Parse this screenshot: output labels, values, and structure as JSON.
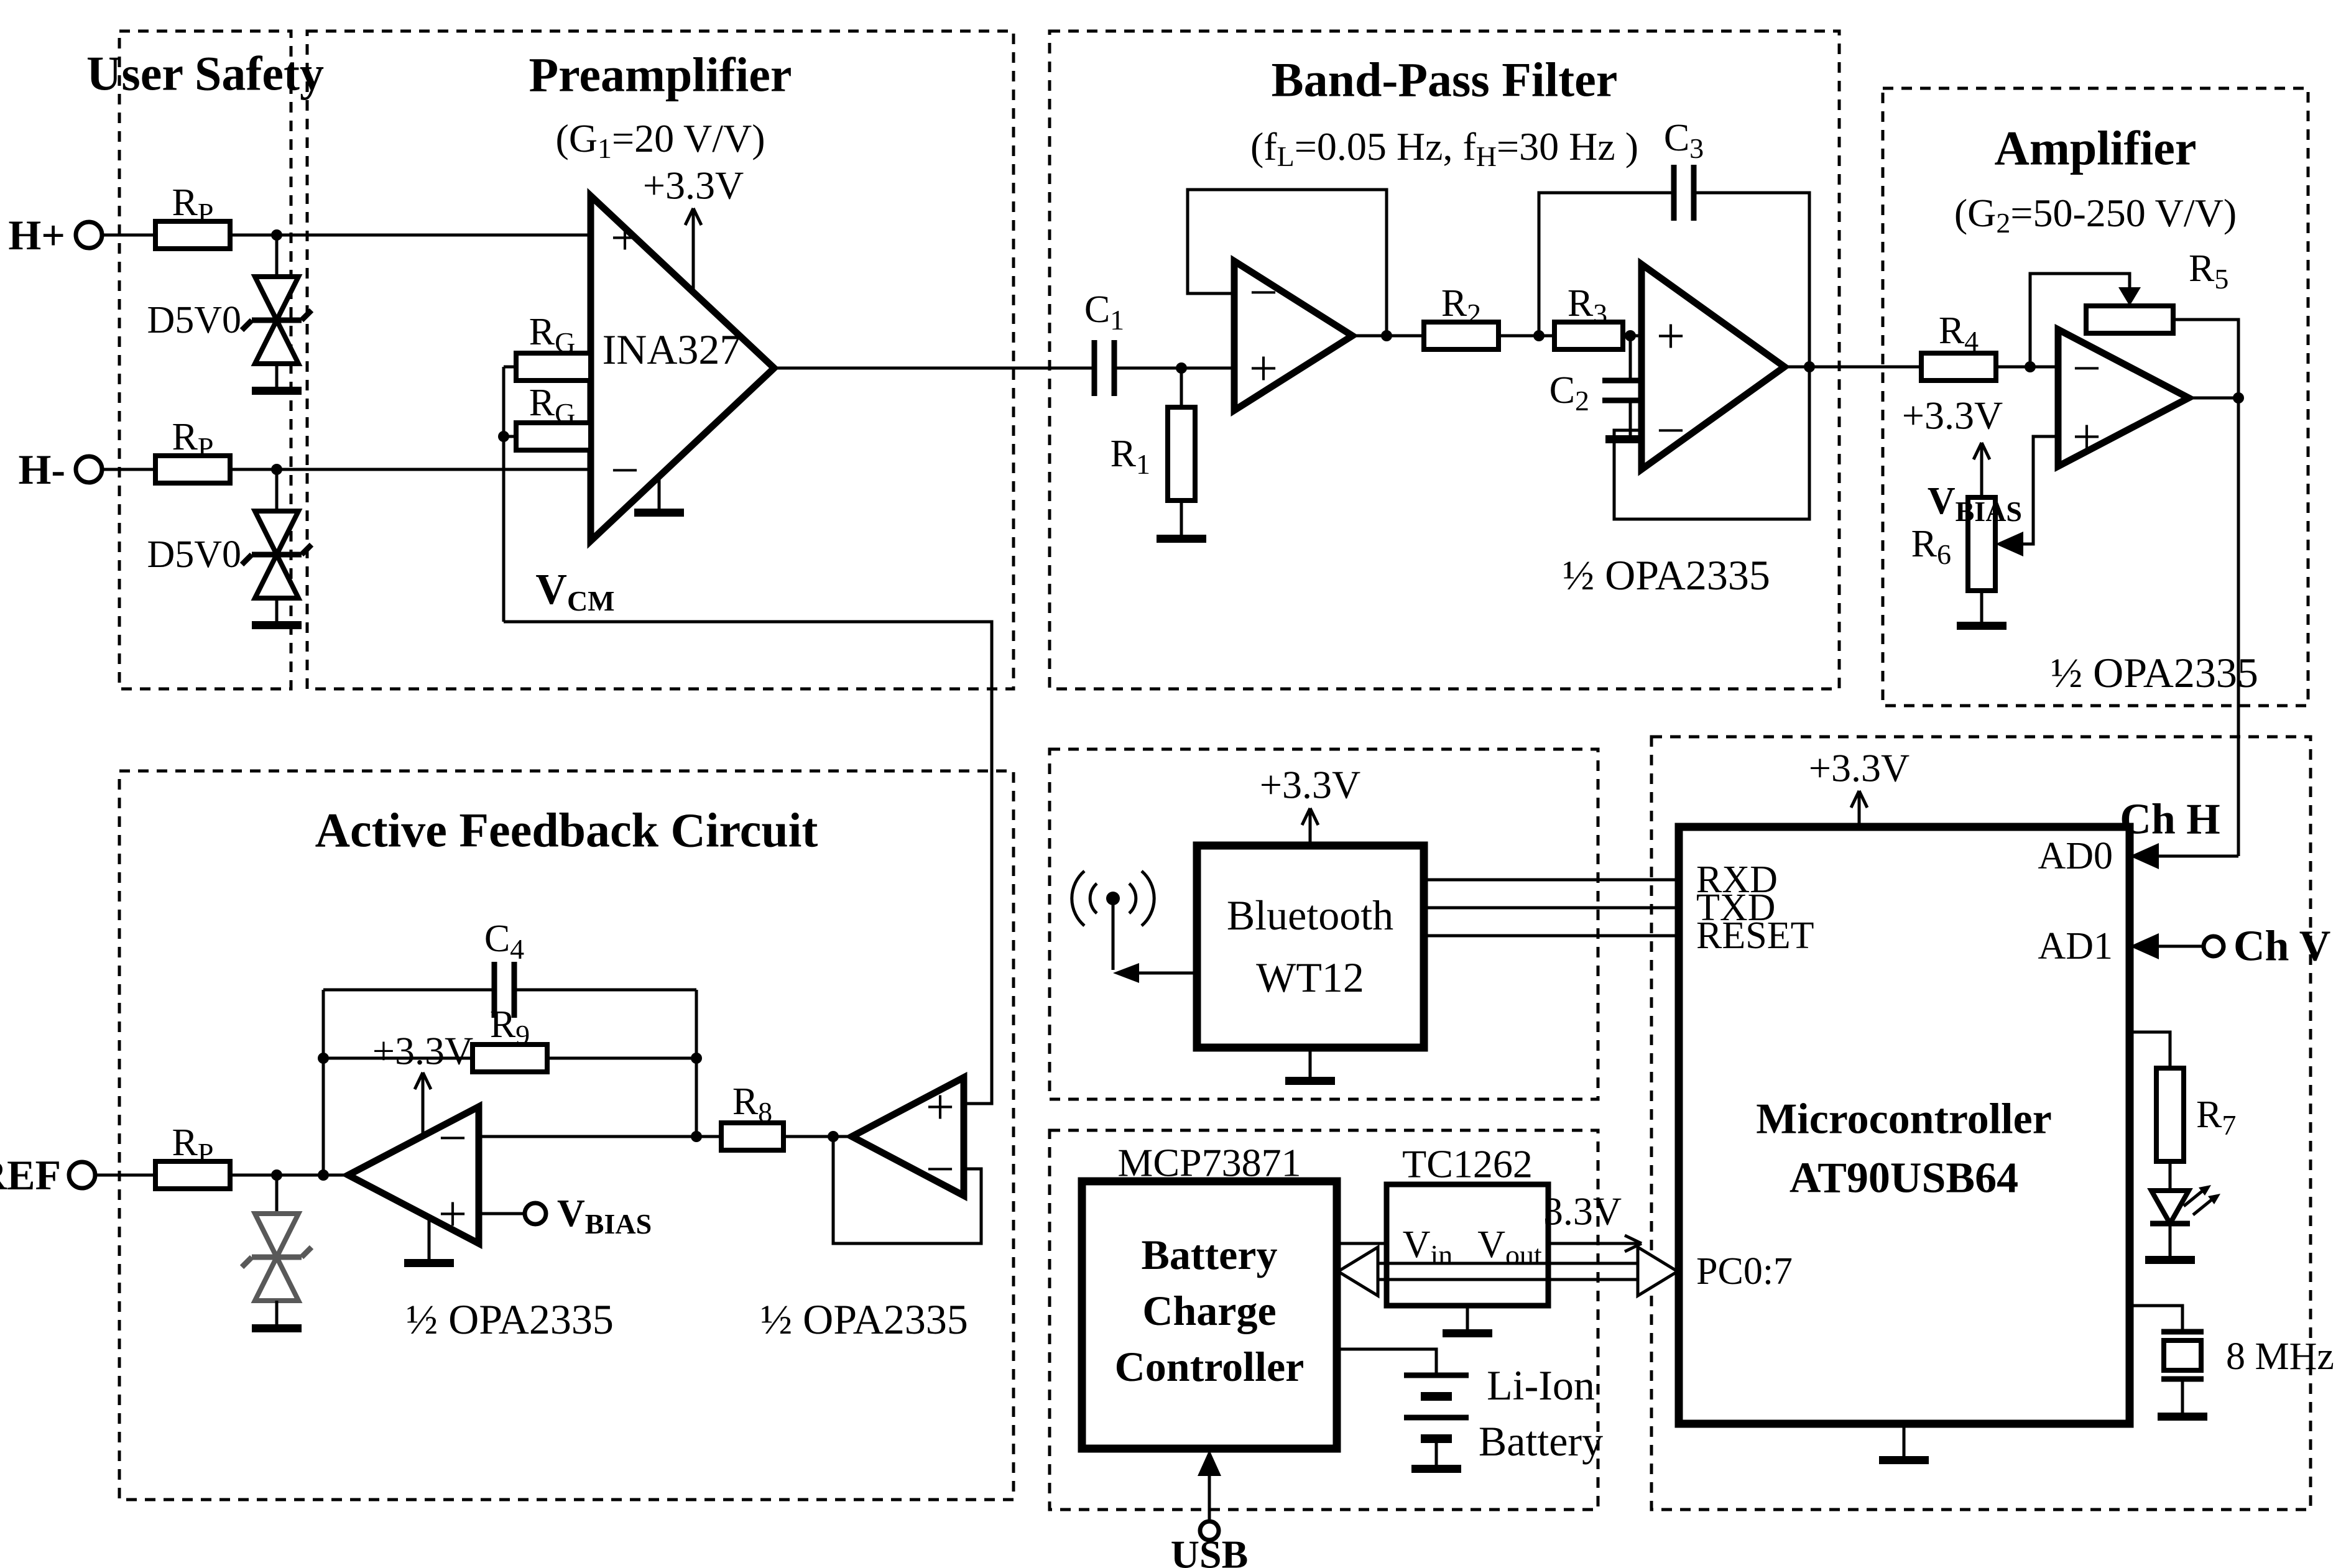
{
  "colors": {
    "ink": "#000000",
    "background": "#ffffff",
    "protection_diode_gray": "#595959"
  },
  "blocks": {
    "user_safety": {
      "title": "User Safety"
    },
    "preamplifier": {
      "title": "Preamplifier",
      "gain": [
        "(G",
        "1",
        "=20 V/V)"
      ]
    },
    "band_pass_filter": {
      "title": "Band-Pass Filter",
      "freq": [
        "(f",
        "L",
        "=0.05 Hz, f",
        "H",
        "=30 Hz )"
      ]
    },
    "amplifier": {
      "title": "Amplifier",
      "gain": [
        "(G",
        "2",
        "=50-250 V/V)"
      ]
    },
    "active_feedback": {
      "title": "Active Feedback Circuit"
    },
    "bluetooth": {
      "line1": "Bluetooth",
      "line2": "WT12"
    },
    "microcontroller": {
      "line1": "Microcontroller",
      "line2": "AT90USB64",
      "pins": {
        "rxd": "RXD",
        "txd": "TXD",
        "reset": "RESET",
        "ad0": "AD0",
        "ad1": "AD1",
        "pc": "PC0:7"
      }
    },
    "power": {
      "controller_part": "MCP73871",
      "regulator_part": "TC1262",
      "controller": [
        "Battery",
        "Charge",
        "Controller"
      ],
      "vin": [
        "V",
        "in"
      ],
      "vout": [
        "V",
        "out"
      ],
      "v33": "3.3V",
      "battery": [
        "Li-Ion",
        "Battery"
      ]
    }
  },
  "terminals": {
    "h_plus": "H+",
    "h_minus": "H-",
    "ref": "REF",
    "usb": "USB",
    "ch_h": "Ch H",
    "ch_v": "Ch V"
  },
  "components": {
    "rp": [
      "R",
      "P"
    ],
    "rg": [
      "R",
      "G"
    ],
    "r1": [
      "R",
      "1"
    ],
    "r2": [
      "R",
      "2"
    ],
    "r3": [
      "R",
      "3"
    ],
    "r4": [
      "R",
      "4"
    ],
    "r5": [
      "R",
      "5"
    ],
    "r6": [
      "R",
      "6"
    ],
    "r7": [
      "R",
      "7"
    ],
    "r8": [
      "R",
      "8"
    ],
    "r9": [
      "R",
      "9"
    ],
    "c1": [
      "C",
      "1"
    ],
    "c2": [
      "C",
      "2"
    ],
    "c3": [
      "C",
      "3"
    ],
    "c4": [
      "C",
      "4"
    ],
    "d5v0": "D5V0",
    "ina": "INA327",
    "opa_half": "½ OPA2335",
    "crystal": "8 MHz",
    "vcm": [
      "V",
      "CM"
    ],
    "vbias": [
      "V",
      "BIAS"
    ],
    "supply": "+3.3V",
    "plus": "+",
    "minus": "−"
  }
}
